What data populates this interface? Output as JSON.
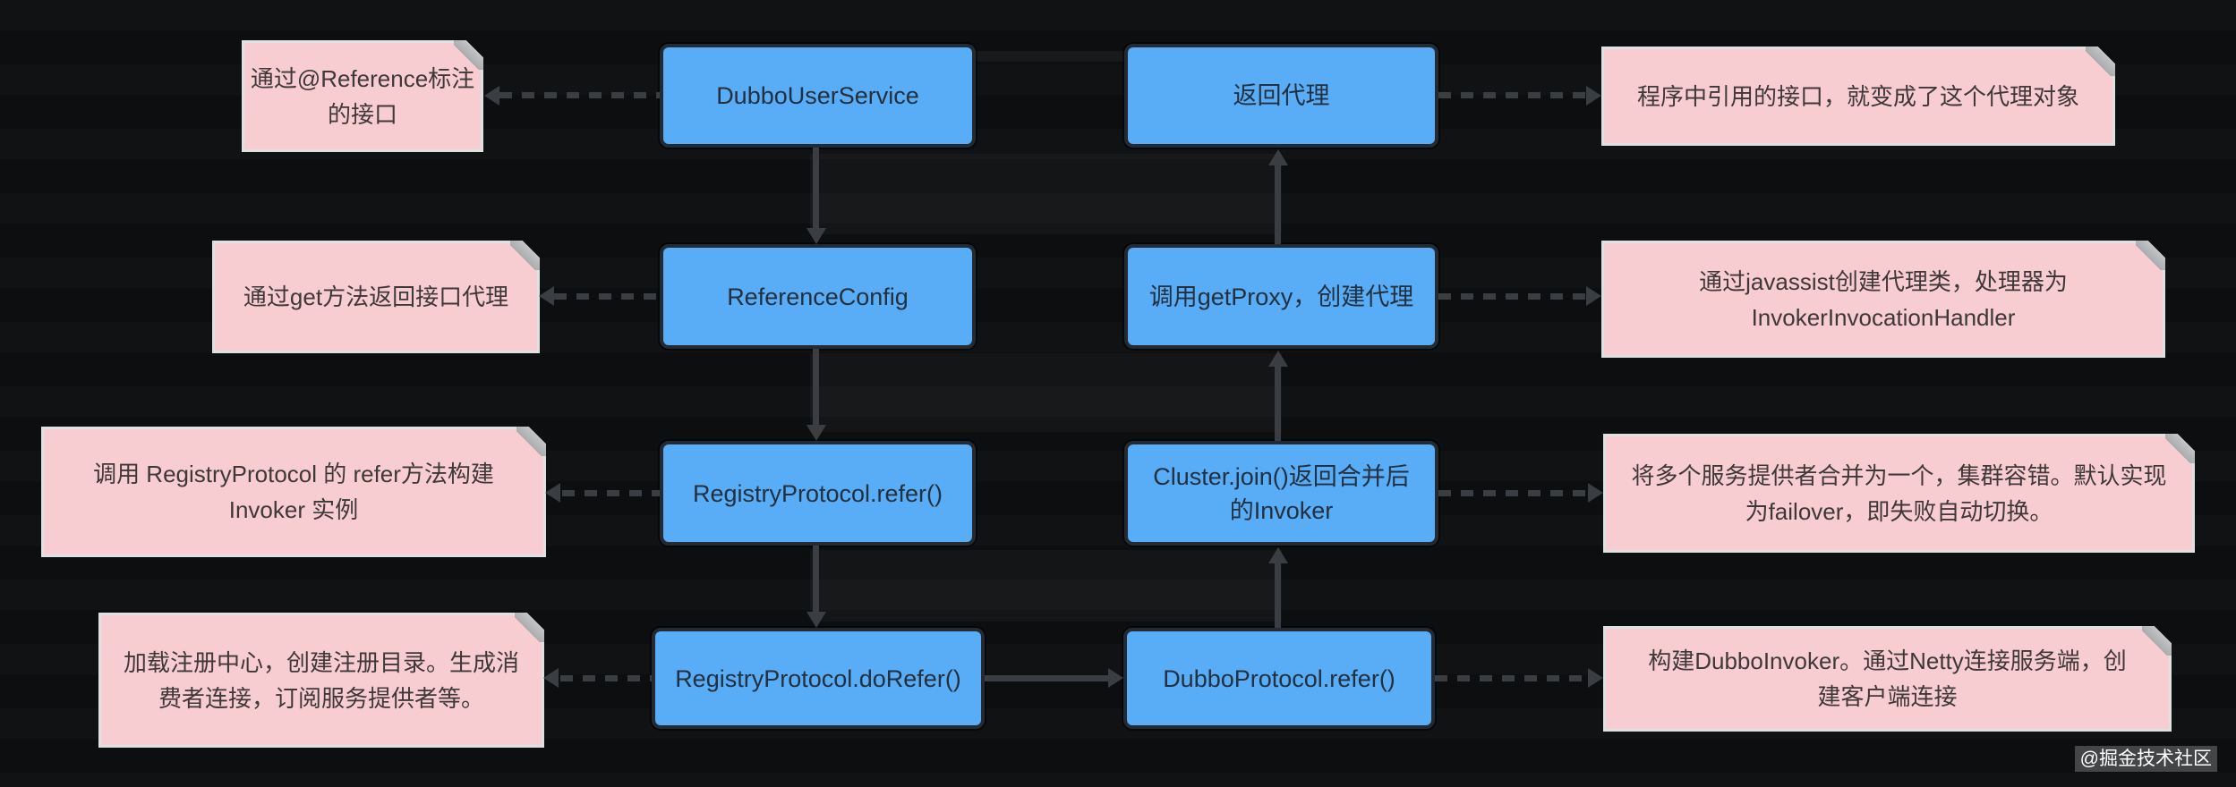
{
  "colors": {
    "bg": "#0d0e10",
    "box_blue": "#58adf6",
    "box_blue_border": "#232a32",
    "box_blue_text": "#22303f",
    "note_pink": "#f8cdd1",
    "note_border": "#dfe0e1",
    "note_fold": "#a9abad",
    "note_text": "#3f3839",
    "connector": "#3a3d41",
    "watermark_bg": "rgba(123,123,123,0.5)",
    "watermark_text": "#ffffff"
  },
  "rows": [
    {
      "left_note": "通过@Reference标注\n的接口",
      "box_a": "DubboUserService",
      "box_b": "返回代理",
      "right_note": "程序中引用的接口，就变成了这个代理对象"
    },
    {
      "left_note": "通过get方法返回接口代理",
      "box_a": "ReferenceConfig",
      "box_b": "调用getProxy，创建代理",
      "right_note": "通过javassist创建代理类，处理器为\nInvokerInvocationHandler"
    },
    {
      "left_note": "调用 RegistryProtocol 的 refer方法构建\nInvoker 实例",
      "box_a": "RegistryProtocol.refer()",
      "box_b": "Cluster.join()返回合并后\n的Invoker",
      "right_note": "将多个服务提供者合并为一个，集群容错。默认实现\n为failover，即失败自动切换。"
    },
    {
      "left_note": "加载注册中心，创建注册目录。生成消\n费者连接，订阅服务提供者等。",
      "box_a": "RegistryProtocol.doRefer()",
      "box_b": "DubboProtocol.refer()",
      "right_note": "构建DubboInvoker。通过Netty连接服务端，创\n建客户端连接"
    }
  ],
  "watermark": {
    "text": "@掘金技术社区"
  }
}
